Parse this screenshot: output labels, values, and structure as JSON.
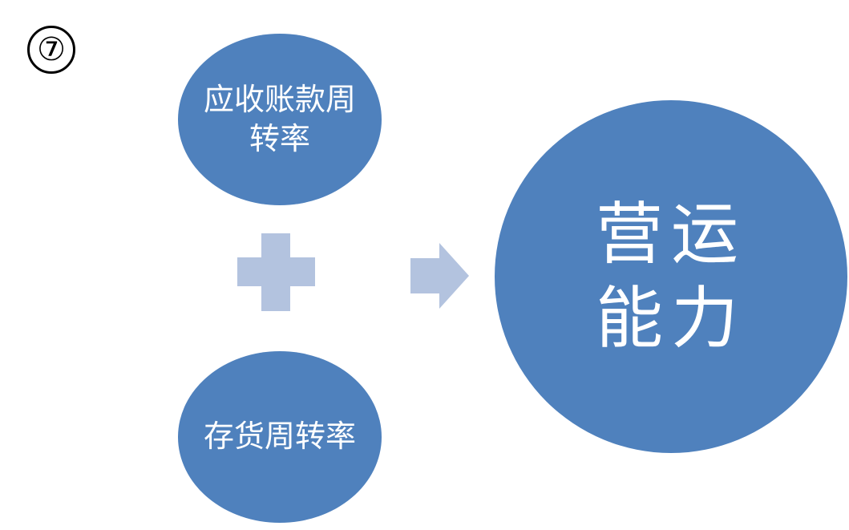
{
  "marker": {
    "label": "⑦"
  },
  "colors": {
    "circle_fill": "#4f81bd",
    "symbol_fill": "#b3c3df",
    "circle_text": "#ffffff",
    "marker": "#000000"
  },
  "nodes": [
    {
      "label": "应收账款周转率"
    },
    {
      "label": "存货周转率"
    }
  ],
  "result": {
    "line1": "营运",
    "line2": "能力"
  }
}
